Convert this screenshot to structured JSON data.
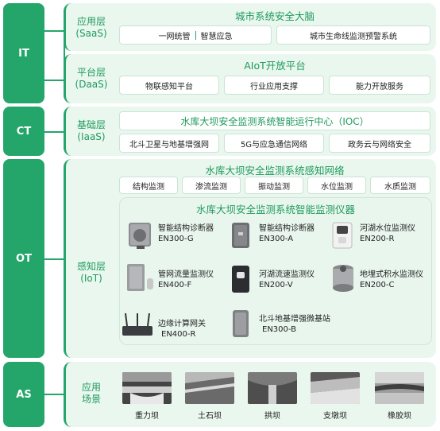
{
  "layers": {
    "it": "IT",
    "ct": "CT",
    "ot": "OT",
    "as": "AS"
  },
  "saas": {
    "label_line1": "应用层",
    "label_line2": "(SaaS)",
    "title": "城市系统安全大脑",
    "left_item_a": "一网统管",
    "left_item_b": "智慧应急",
    "right_item": "城市生命线监测预警系统"
  },
  "daas": {
    "label_line1": "平台层",
    "label_line2": "(DaaS)",
    "title": "AIoT开放平台",
    "items": [
      "物联感知平台",
      "行业应用支撑",
      "能力开放服务"
    ]
  },
  "iaas": {
    "label_line1": "基础层",
    "label_line2": "(IaaS)",
    "title": "水库大坝安全监测系统智能运行中心（IOC）",
    "items": [
      "北斗卫星与地基增强网",
      "5G与应急通信网络",
      "政务云与网络安全"
    ]
  },
  "iot": {
    "label_line1": "感知层",
    "label_line2": "(IoT)",
    "network_title": "水库大坝安全监测系统感知网络",
    "monitors": [
      "结构监测",
      "渗流监测",
      "振动监测",
      "水位监测",
      "水质监测"
    ],
    "instruments_title": "水库大坝安全监测系统智能监测仪器",
    "devices": [
      {
        "name": "智能结构诊断器",
        "model": "EN300-G"
      },
      {
        "name": "智能结构诊断器",
        "model": "EN300-A"
      },
      {
        "name": "河湖水位监测仪",
        "model": "EN200-R"
      },
      {
        "name": "管网流量监测仪",
        "model": "EN400-F"
      },
      {
        "name": "河湖流速监测仪",
        "model": "EN200-V"
      },
      {
        "name": "地埋式积水监测仪",
        "model": "EN200-C"
      },
      {
        "name": "边缘计算网关",
        "model": "EN400-R"
      },
      {
        "name": "北斗地基增强微基站",
        "model": "EN300-B"
      }
    ]
  },
  "apps": {
    "label_line1": "应用",
    "label_line2": "场景",
    "dams": [
      "重力坝",
      "土石坝",
      "拱坝",
      "支墩坝",
      "橡胶坝"
    ]
  },
  "colors": {
    "accent": "#24a66a",
    "panel_bg": "#eaf7ef",
    "title_green": "#1e9a5c"
  }
}
